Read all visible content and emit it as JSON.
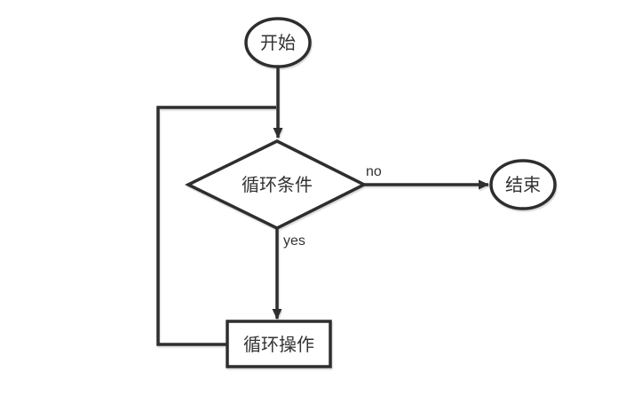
{
  "diagram": {
    "type": "flowchart",
    "title": "loop-flowchart",
    "colors": {
      "stroke": "#2e2e2e",
      "text": "#333333",
      "node_fill": "#ffffff",
      "background": "#ffffff"
    },
    "nodes": {
      "start": {
        "label": "开始",
        "shape": "ellipse"
      },
      "condition": {
        "label": "循环条件",
        "shape": "diamond"
      },
      "operation": {
        "label": "循环操作",
        "shape": "rectangle"
      },
      "end": {
        "label": "结束",
        "shape": "ellipse"
      }
    },
    "edges": [
      {
        "from": "start",
        "to": "condition",
        "label": ""
      },
      {
        "from": "condition",
        "to": "end",
        "label": "no"
      },
      {
        "from": "condition",
        "to": "operation",
        "label": "yes"
      },
      {
        "from": "operation",
        "to": "condition",
        "label": ""
      }
    ]
  }
}
